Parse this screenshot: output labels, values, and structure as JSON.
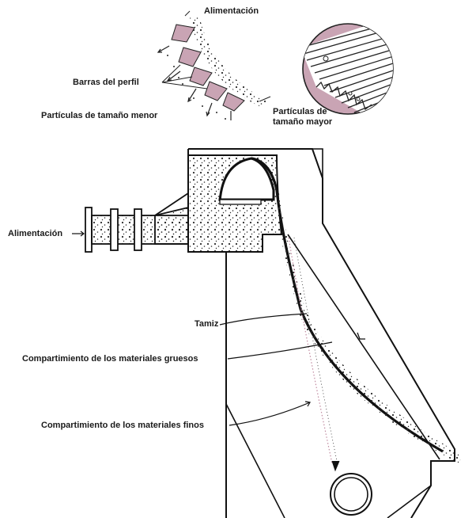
{
  "labels": {
    "top_feed": "Alimentación",
    "profile_bars": "Barras del perfil",
    "smaller_particles": "Partículas de tamaño menor",
    "larger_particles": "Partículas de tamaño mayor",
    "main_feed": "Alimentación",
    "screen": "Tamiz",
    "coarse_compartment": "Compartimiento de los materiales gruesos",
    "fine_compartment": "Compartimiento de los materiales finos"
  },
  "colors": {
    "line": "#111111",
    "bar_fill": "#c9a4b4",
    "dot": "#2a2a2a",
    "pink_dot": "#c08aa0"
  }
}
